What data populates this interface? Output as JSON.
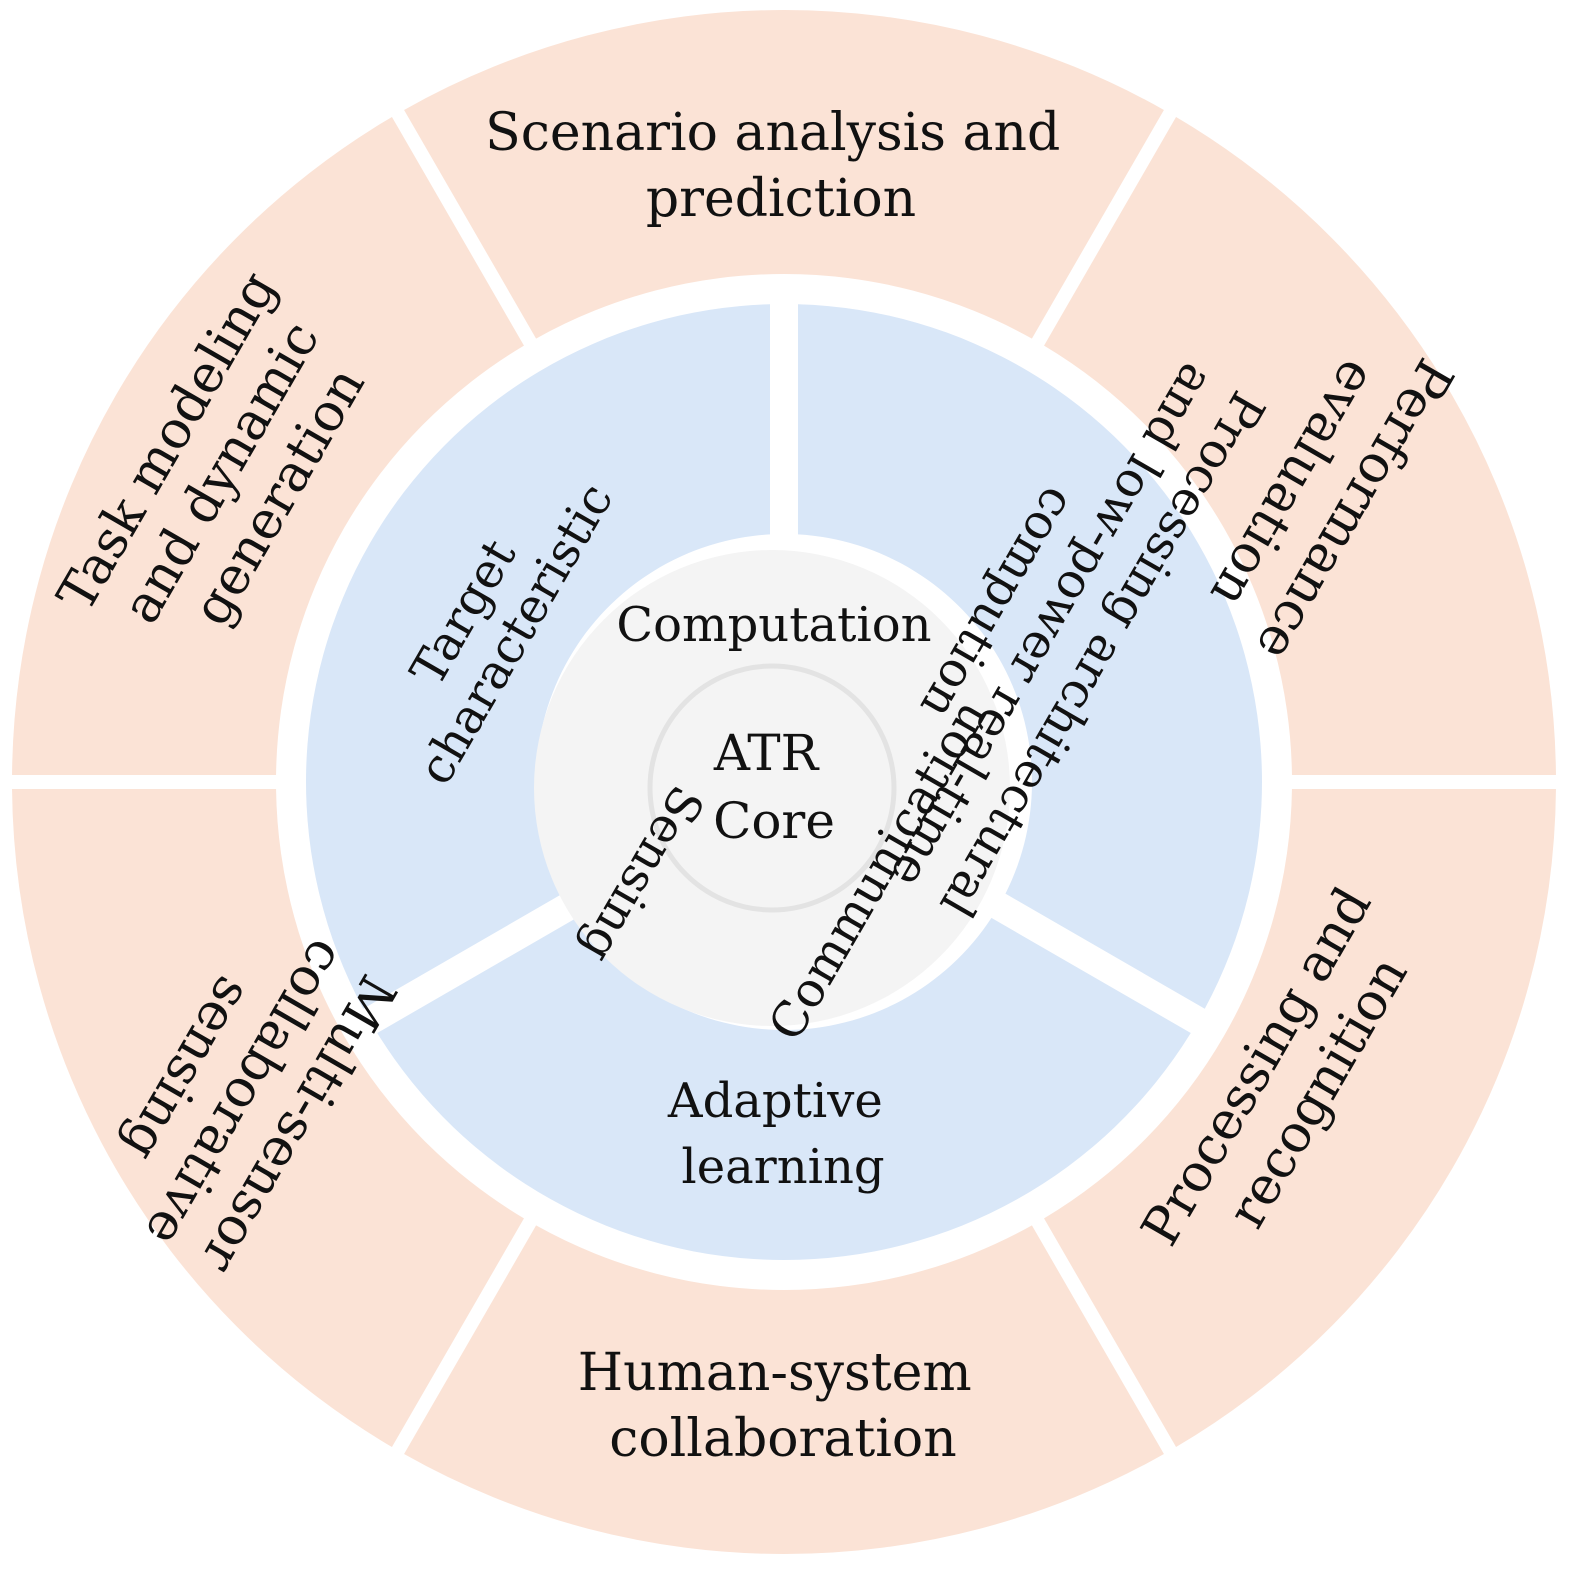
{
  "colors": {
    "outer_ring": "#fbe3d6",
    "middle_ring": "#d9e7f8",
    "inner_disc": "#f4f4f4",
    "core_outline": "#e3e3e3",
    "separator": "#ffffff"
  },
  "core": {
    "line1": "ATR",
    "line2": "Core"
  },
  "inner": {
    "computation": "Computation",
    "sensing": "Sensing",
    "communication": "Communication"
  },
  "middle": {
    "target_characteristic": {
      "line1": "Target",
      "line2": "characteristic"
    },
    "processing_architectural": {
      "line1": "Processing architectural",
      "line2": "and low-power real-time",
      "line3": "compution"
    },
    "adaptive_learning": {
      "line1": "Adaptive",
      "line2": "learning"
    }
  },
  "outer": {
    "scenario_analysis": {
      "line1": "Scenario analysis and",
      "line2": "prediction"
    },
    "performance_evaluation": {
      "line1": "Performance",
      "line2": "evaluation"
    },
    "processing_recognition": {
      "line1": "Processing and",
      "line2": "recognition"
    },
    "human_system": {
      "line1": "Human-system",
      "line2": "collaboration"
    },
    "multi_sensor": {
      "line1": "Multi-sensor",
      "line2": "collaborative",
      "line3": "sensing"
    },
    "task_modeling": {
      "line1": "Task modeling",
      "line2": "and dynamic",
      "line3": "generation"
    }
  }
}
